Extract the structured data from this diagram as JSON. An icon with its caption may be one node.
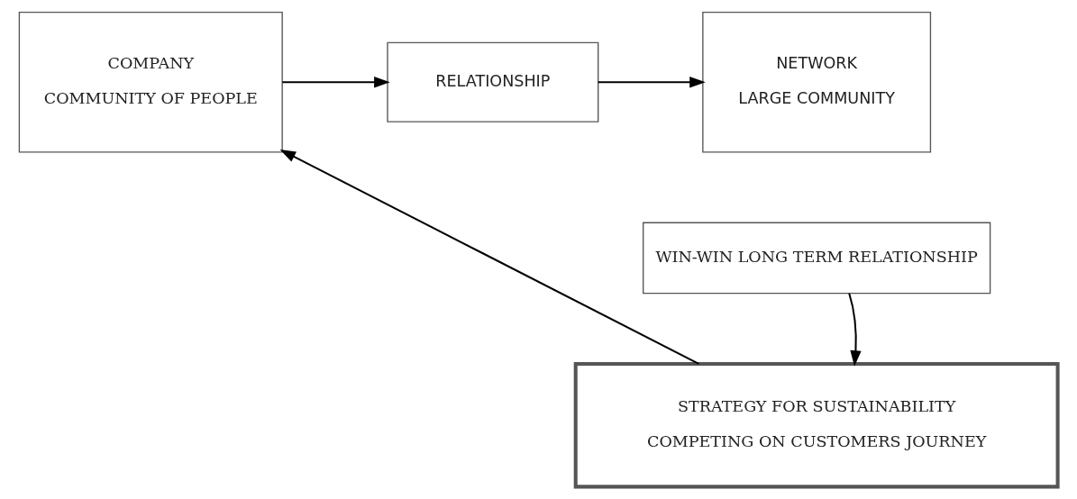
{
  "diagram": {
    "nodes": [
      {
        "text": [
          "COMPANY",
          "COMMUNITY OF PEOPLE"
        ]
      },
      {
        "text": [
          "RELATIONSHIP"
        ]
      },
      {
        "text": [
          "NETWORK",
          "LARGE COMMUNITY"
        ]
      },
      {
        "text": [
          "WIN-WIN LONG TERM RELATIONSHIP"
        ]
      },
      {
        "text": [
          "STRATEGY FOR SUSTAINABILITY",
          "COMPETING ON CUSTOMERS JOURNEY"
        ]
      }
    ],
    "edges": [
      {
        "from": 0,
        "to": 1,
        "arrow": "to"
      },
      {
        "from": 1,
        "to": 2,
        "arrow": "to"
      },
      {
        "from": 3,
        "to": 4,
        "arrow": "to"
      },
      {
        "from": 4,
        "to": 0,
        "arrow": "to"
      }
    ]
  }
}
